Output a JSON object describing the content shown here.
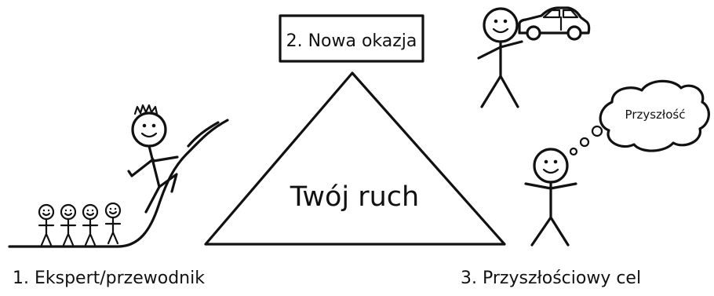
{
  "center_label": "Twój ruch",
  "top_label": "2. Nowa okazja",
  "bottom_left_label": "1. Ekspert/przewodnik",
  "bottom_right_label": "3. Przyszłościowy cel",
  "thought_bubble_text": "Przyszłość",
  "icons": {
    "car": "car-icon",
    "figures": "stick-figure-icon"
  }
}
